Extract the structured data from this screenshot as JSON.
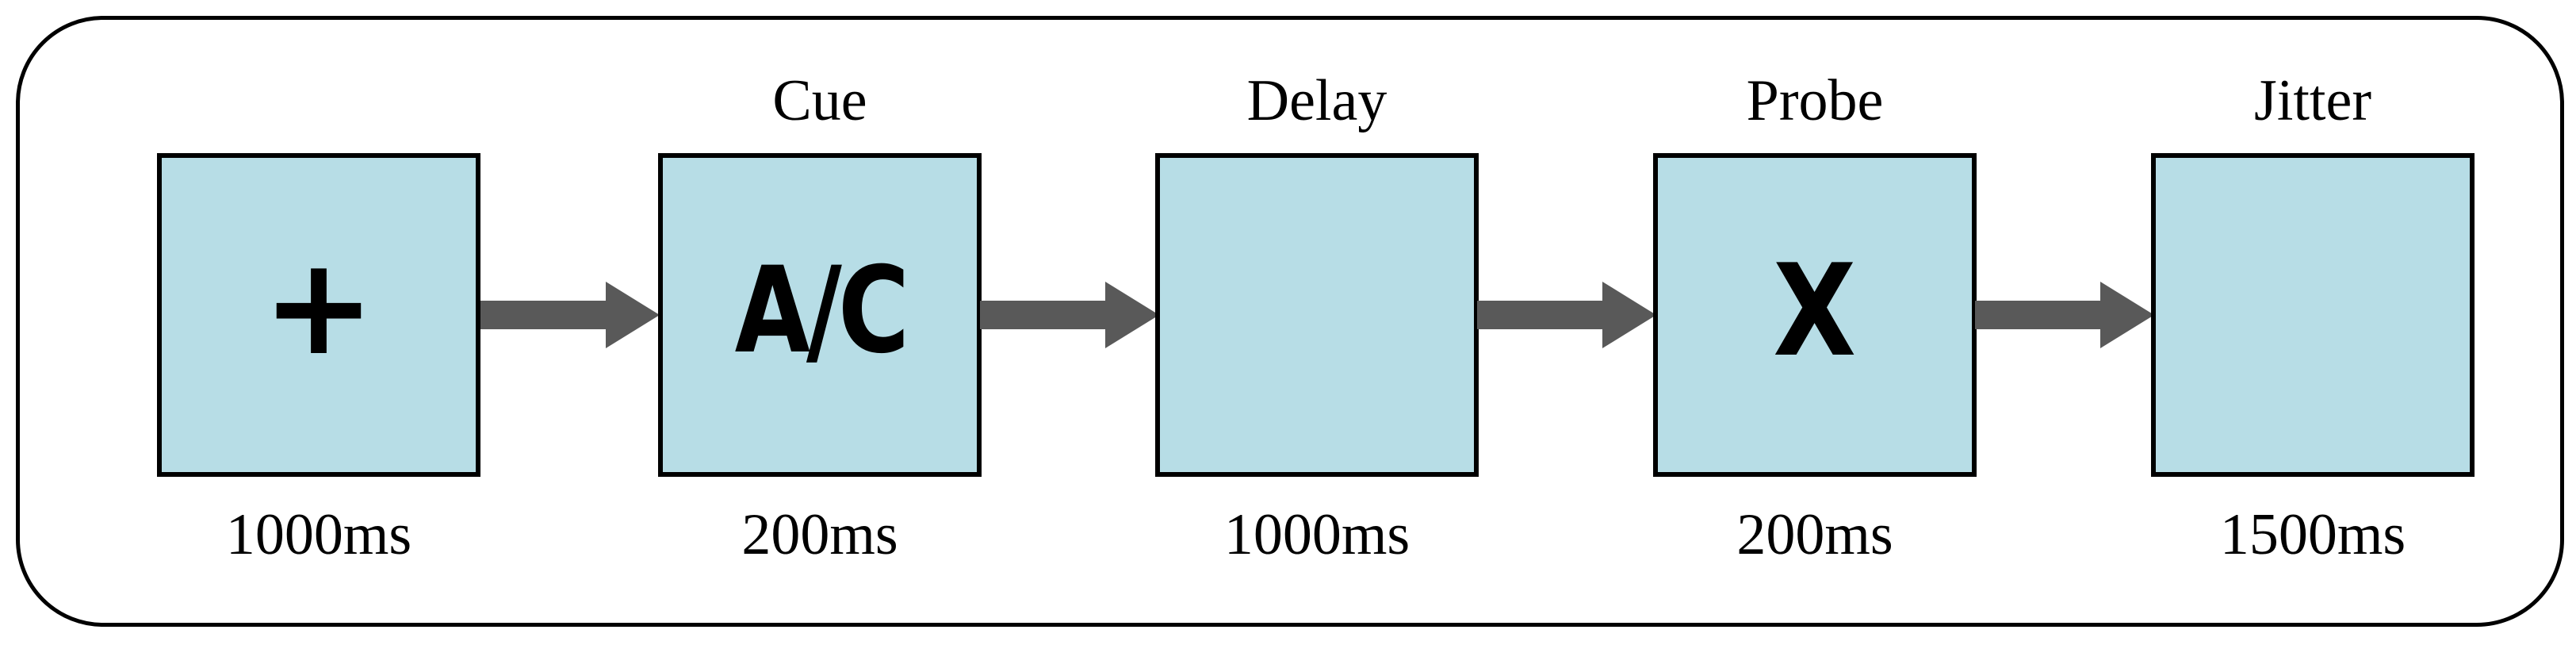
{
  "steps": [
    {
      "top_label": "",
      "stimulus": "+",
      "duration": "1000ms"
    },
    {
      "top_label": "Cue",
      "stimulus": "A/C",
      "duration": "200ms"
    },
    {
      "top_label": "Delay",
      "stimulus": "",
      "duration": "1000ms"
    },
    {
      "top_label": "Probe",
      "stimulus": "X",
      "duration": "200ms"
    },
    {
      "top_label": "Jitter",
      "stimulus": "",
      "duration": "1500ms"
    }
  ],
  "colors": {
    "box_fill": "#b7dde6",
    "arrow": "#595959",
    "border": "#000000"
  }
}
